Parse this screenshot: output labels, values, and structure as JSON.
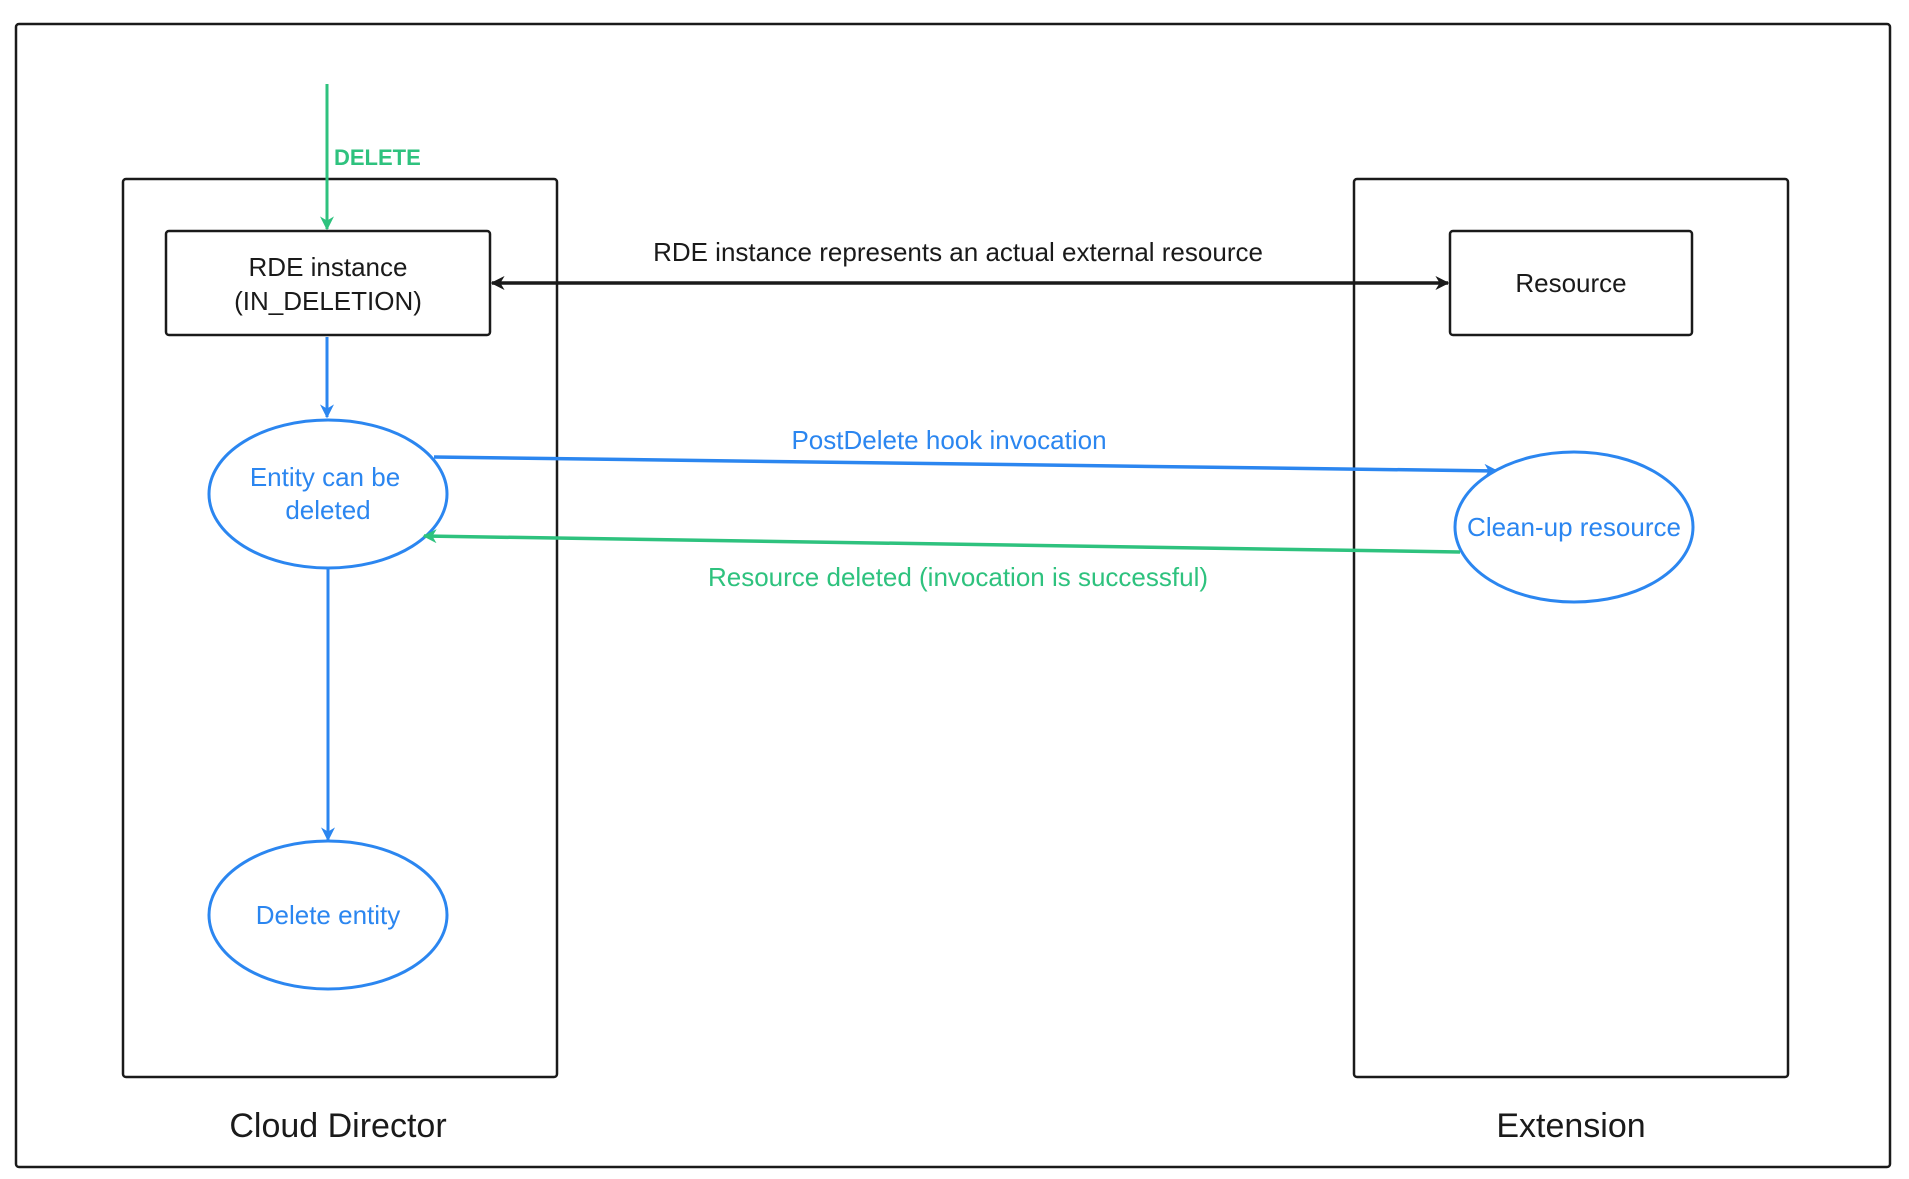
{
  "colors": {
    "blue": "#2b86f0",
    "green": "#2ec27e",
    "black": "#1a1a1a"
  },
  "diagram": {
    "delete_label": "DELETE",
    "rde_instance_line1": "RDE instance",
    "rde_instance_line2": "(IN_DELETION)",
    "represents_label": "RDE instance represents an actual external resource",
    "resource_label": "Resource",
    "entity_can_be_line1": "Entity can be",
    "entity_can_be_line2": "deleted",
    "post_delete_label": "PostDelete hook invocation",
    "cleanup_label": "Clean-up resource",
    "resource_deleted_label": "Resource deleted (invocation is successful)",
    "delete_entity_label": "Delete entity",
    "cloud_director_label": "Cloud Director",
    "extension_label": "Extension"
  }
}
